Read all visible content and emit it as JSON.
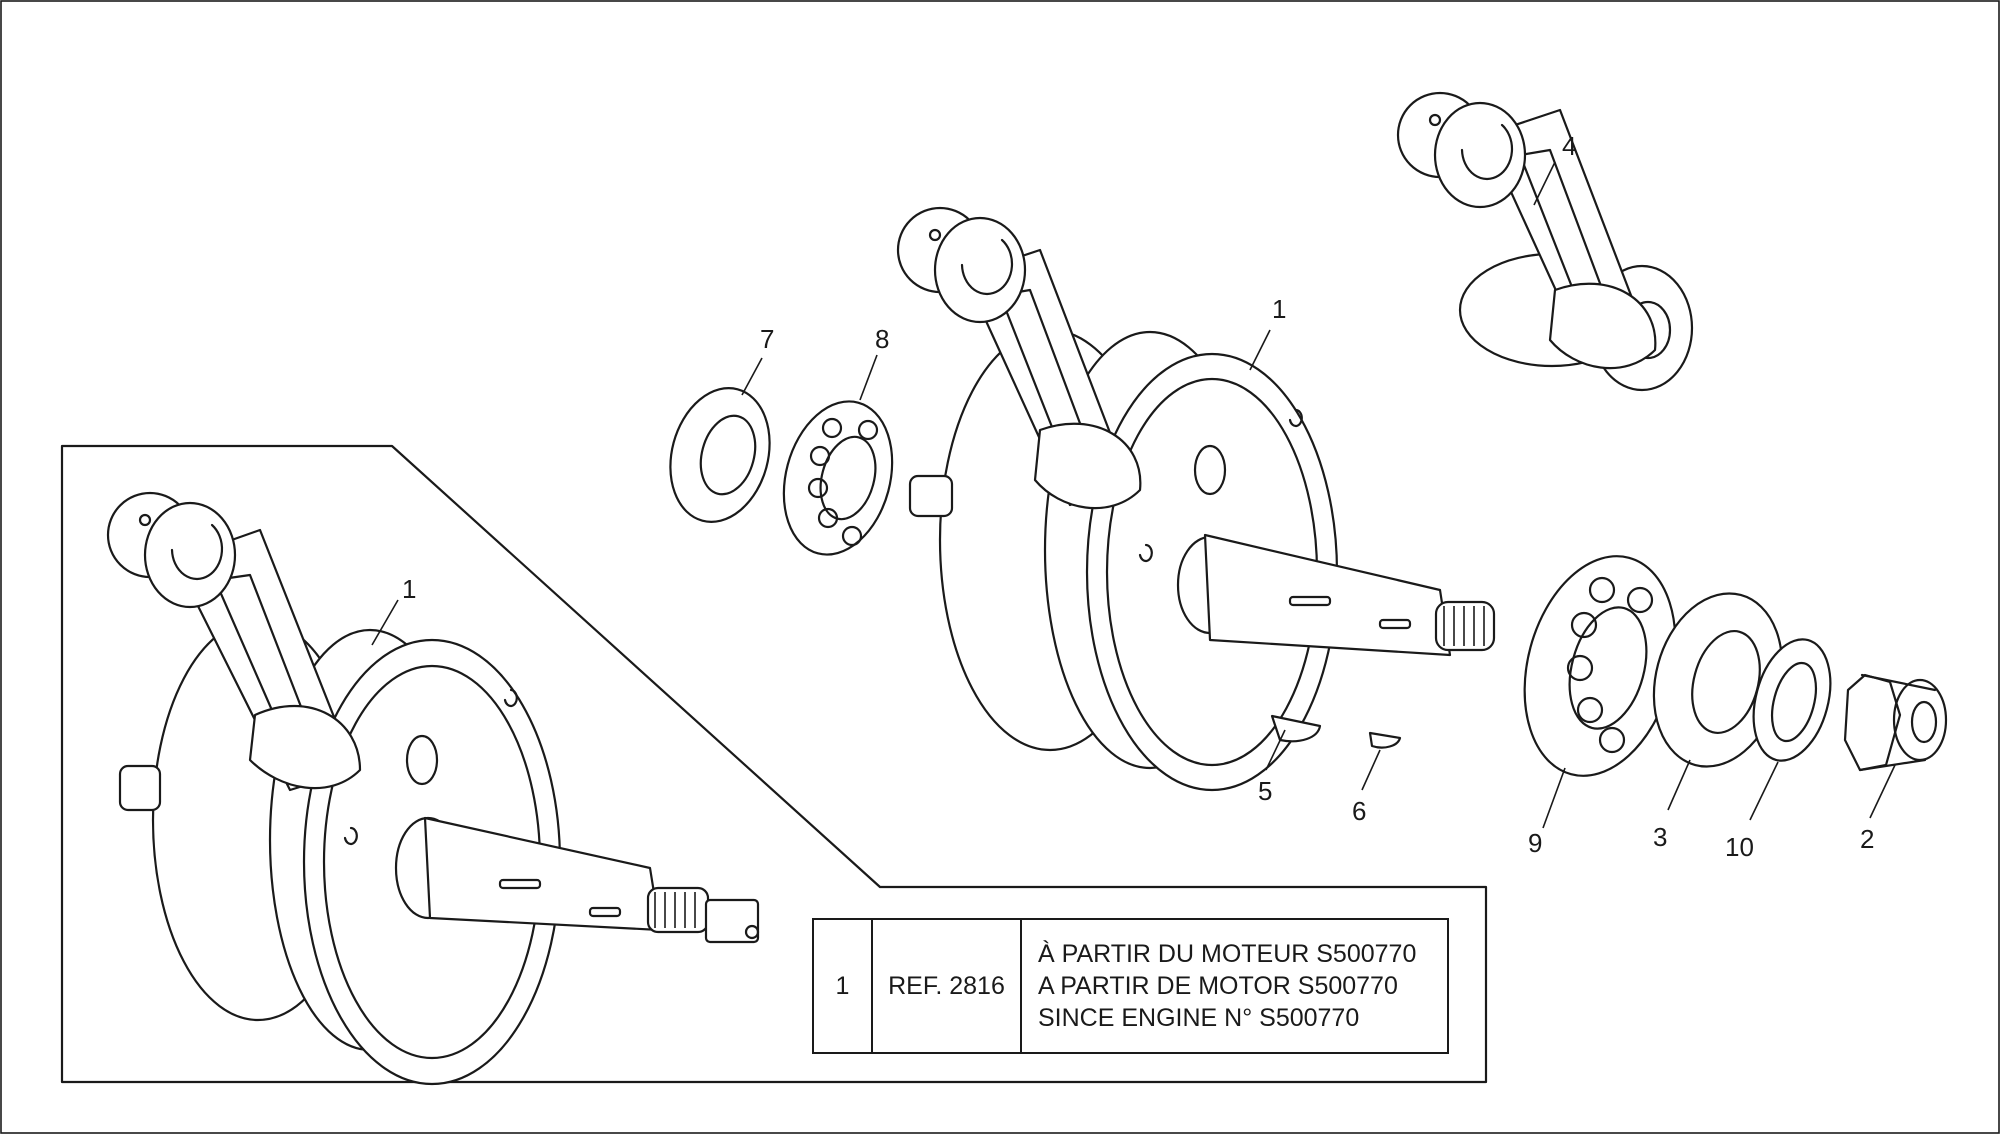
{
  "callouts": {
    "inset_1": "1",
    "main_1": "1",
    "p2": "2",
    "p3": "3",
    "p4": "4",
    "p5": "5",
    "p6": "6",
    "p7": "7",
    "p8": "8",
    "p9": "9",
    "p10": "10"
  },
  "reference_table": {
    "item": "1",
    "ref": "REF. 2816",
    "notes": [
      "À PARTIR DU MOTEUR S500770",
      "A PARTIR DE MOTOR S500770",
      "SINCE ENGINE N° S500770"
    ]
  }
}
